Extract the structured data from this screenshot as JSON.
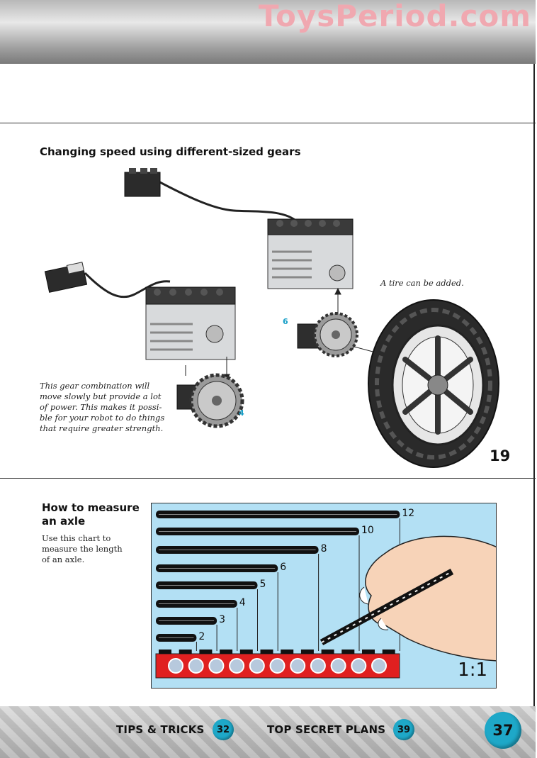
{
  "watermark": "ToysPeriod.com",
  "section_gears": {
    "title": "Changing speed using different-sized gears",
    "tire_note": "A tire can be added.",
    "slow_note": [
      "This gear combination will",
      "move slowly but provide a lot",
      "of power. This makes it possi-",
      "ble for your robot to do things",
      "that require greater strength."
    ],
    "gear_label_a": "6",
    "gear_label_b": "4",
    "step": "19"
  },
  "section_axle": {
    "title_lines": [
      "How to measure",
      "an axle"
    ],
    "desc_lines": [
      "Use this chart to",
      "measure the length",
      "of an axle."
    ],
    "lengths": [
      "12",
      "10",
      "8",
      "6",
      "5",
      "4",
      "3",
      "2"
    ],
    "scale": "1:1"
  },
  "footer": {
    "tips_label": "TIPS & TRICKS",
    "tips_page": "32",
    "plans_label": "TOP SECRET PLANS",
    "plans_page": "39",
    "page_number": "37"
  },
  "colors": {
    "accent": "#1ea8c8",
    "chart_bg": "#b3e0f4",
    "beam_red": "#e02020",
    "watermark": "#f0a8b0"
  }
}
